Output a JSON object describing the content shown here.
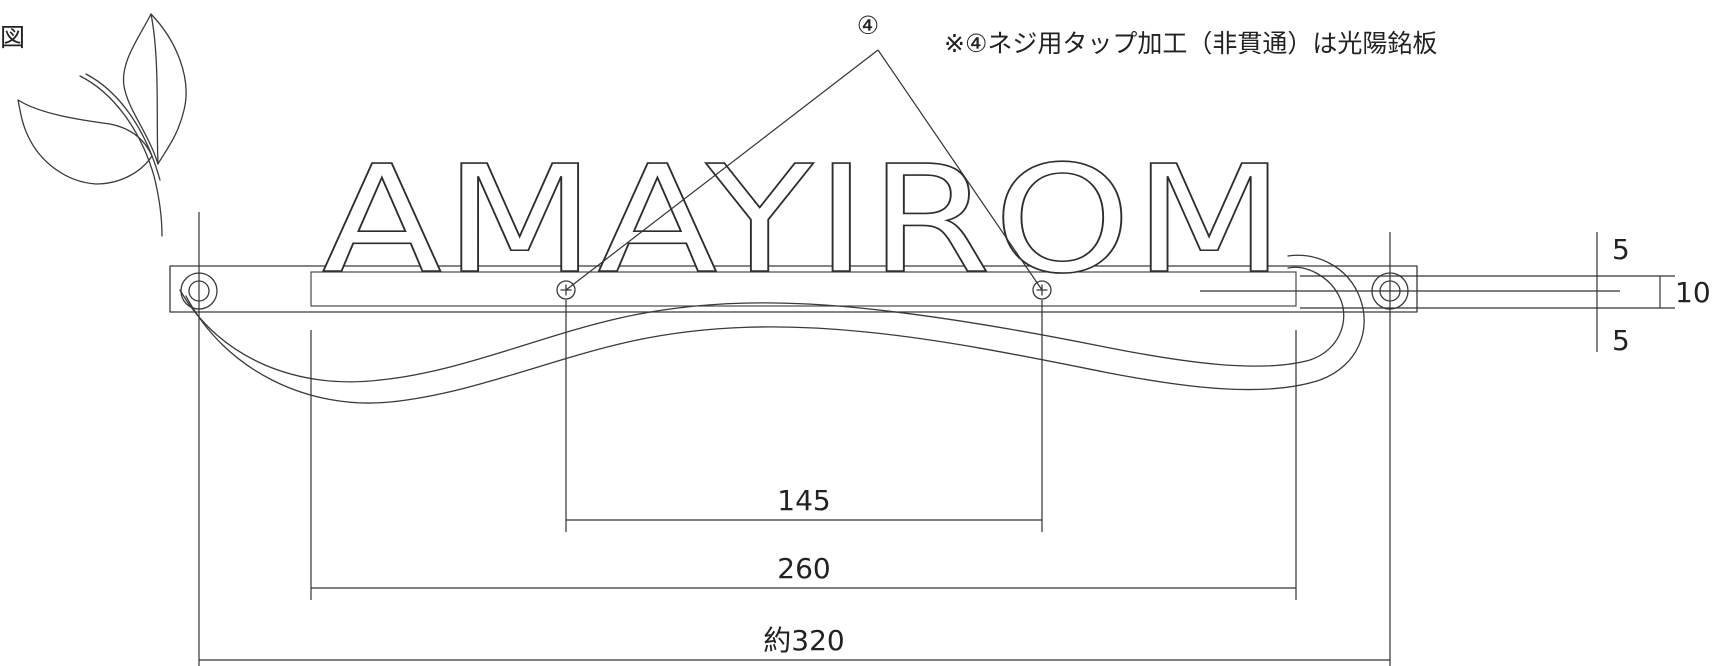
{
  "header": {
    "left_char": "図",
    "part_marker": "④",
    "note": "※④ネジ用タップ加工（非貫通）は光陽銘板"
  },
  "plate": {
    "letters": "AMAYIROM"
  },
  "dimensions": {
    "screw_spacing": "145",
    "inner_width": "260",
    "overall_width": "約320",
    "thickness_total": "10",
    "thickness_top": "5",
    "thickness_bottom": "5"
  },
  "colors": {
    "line": "#3a3a3a",
    "background": "#ffffff"
  }
}
